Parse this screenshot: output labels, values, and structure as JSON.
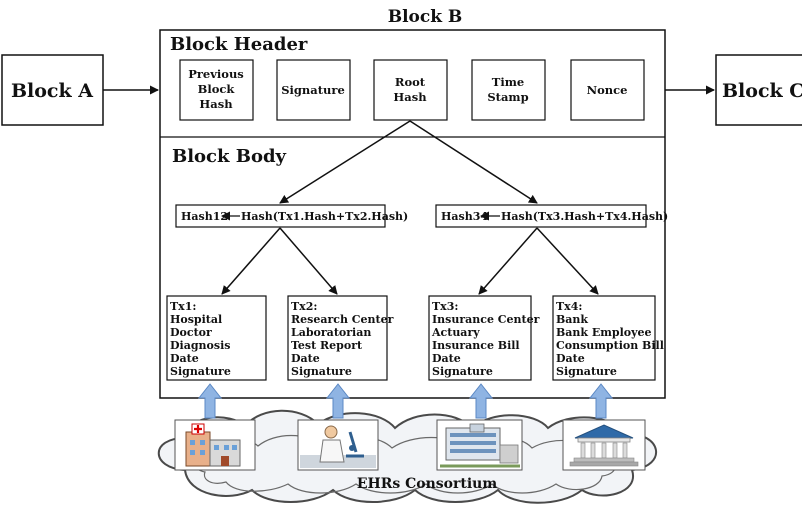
{
  "diagram": {
    "block_b_title": "Block B",
    "block_a": "Block A",
    "block_c": "Block C",
    "header_title": "Block Header",
    "body_title": "Block Body",
    "header_fields": [
      [
        "Previous",
        "Block",
        "Hash"
      ],
      [
        "Signature"
      ],
      [
        "Root",
        "Hash"
      ],
      [
        "Time",
        "Stamp"
      ],
      [
        "Nonce"
      ]
    ],
    "hash_left": {
      "name": "Hash12",
      "formula": "Hash(Tx1.Hash+Tx2.Hash)"
    },
    "hash_right": {
      "name": "Hash34",
      "formula": "Hash(Tx3.Hash+Tx4.Hash)"
    },
    "transactions": [
      [
        "Tx1:",
        "Hospital",
        "Doctor",
        "Diagnosis",
        "Date",
        "Signature"
      ],
      [
        "Tx2:",
        "Research Center",
        "Laboratorian",
        "Test Report",
        "Date",
        "Signature"
      ],
      [
        "Tx3:",
        "Insurance Center",
        "Actuary",
        "Insurance Bill",
        "Date",
        "Signature"
      ],
      [
        "Tx4:",
        "Bank",
        "Bank Employee",
        "Consumption Bill",
        "Date",
        "Signature"
      ]
    ],
    "consortium_label": "EHRs Consortium",
    "icons": [
      "hospital-icon",
      "researcher-microscope-icon",
      "insurance-building-icon",
      "bank-icon"
    ],
    "colors": {
      "stroke": "#111111",
      "upload_arrow": "#8fb4e3",
      "cloud_fill": "#f2f4f7"
    }
  }
}
